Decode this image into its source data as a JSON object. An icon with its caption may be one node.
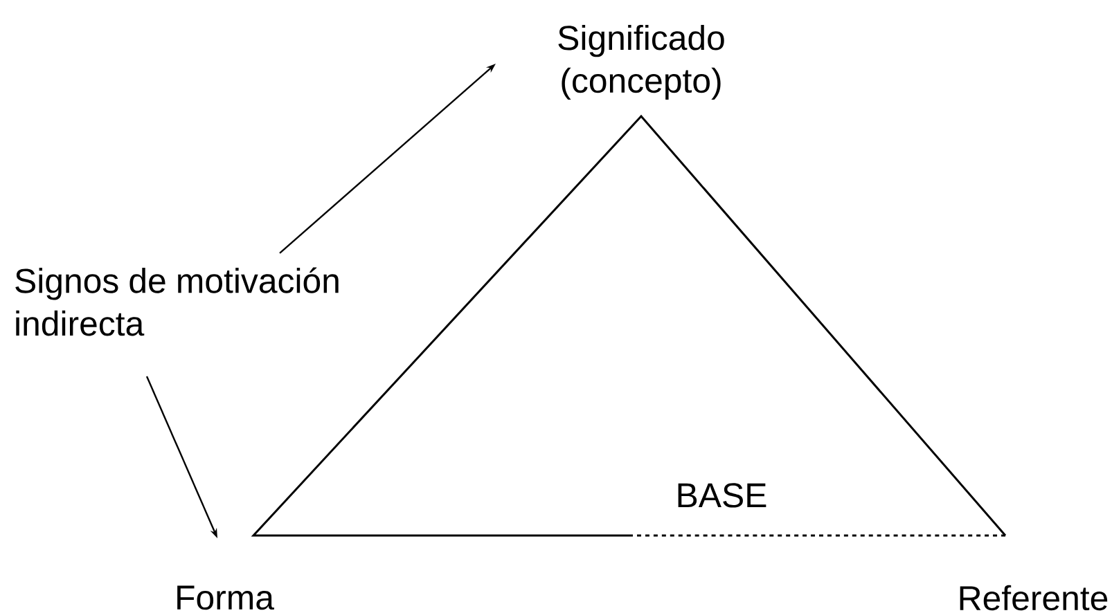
{
  "diagram": {
    "nodes": [
      {
        "text": [
          "Significado (concepto)"
        ]
      },
      {
        "text": [
          "Signos de motivación indirecta"
        ]
      },
      {
        "text": [
          "Forma"
        ]
      },
      {
        "text": [
          "Referente"
        ]
      }
    ],
    "edges": [
      {
        "from": 1,
        "to": 0,
        "arrow": "to"
      },
      {
        "from": 1,
        "to": 2,
        "arrow": "to"
      }
    ],
    "labels": [
      "BASE"
    ]
  }
}
